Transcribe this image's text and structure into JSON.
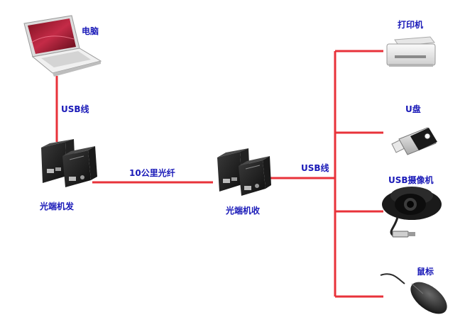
{
  "diagram": {
    "labels": {
      "computer": "电脑",
      "usb_cable_left": "USB线",
      "transmitter": "光端机发",
      "fiber": "10公里光纤",
      "receiver": "光端机收",
      "usb_cable_right": "USB线",
      "printer": "打印机",
      "udisk": "U盘",
      "usb_camera": "USB摄像机",
      "mouse": "鼠标"
    },
    "colors": {
      "link": "#e8323a",
      "label": "#1a1ab8",
      "device_dark": "#1c1c1c"
    }
  }
}
